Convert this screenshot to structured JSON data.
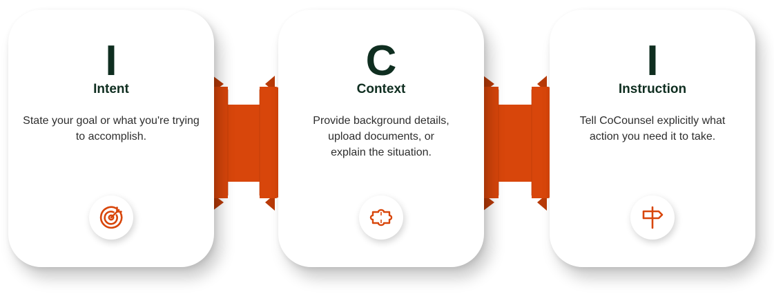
{
  "colors": {
    "accent": "#d8460b",
    "accent_dark": "#b83a08",
    "heading": "#0f2e20",
    "body_text": "#2d2d2d",
    "card_bg": "#ffffff"
  },
  "cards": [
    {
      "letter": "I",
      "title": "Intent",
      "description": "State your goal or what you're trying to accomplish.",
      "icon": "target-arrow-icon"
    },
    {
      "letter": "C",
      "title": "Context",
      "description": "Provide background details, upload documents, or explain the situation.",
      "icon": "puzzle-piece-icon"
    },
    {
      "letter": "I",
      "title": "Instruction",
      "description": "Tell CoCounsel explicitly what action you need it to take.",
      "icon": "signpost-icon"
    }
  ]
}
